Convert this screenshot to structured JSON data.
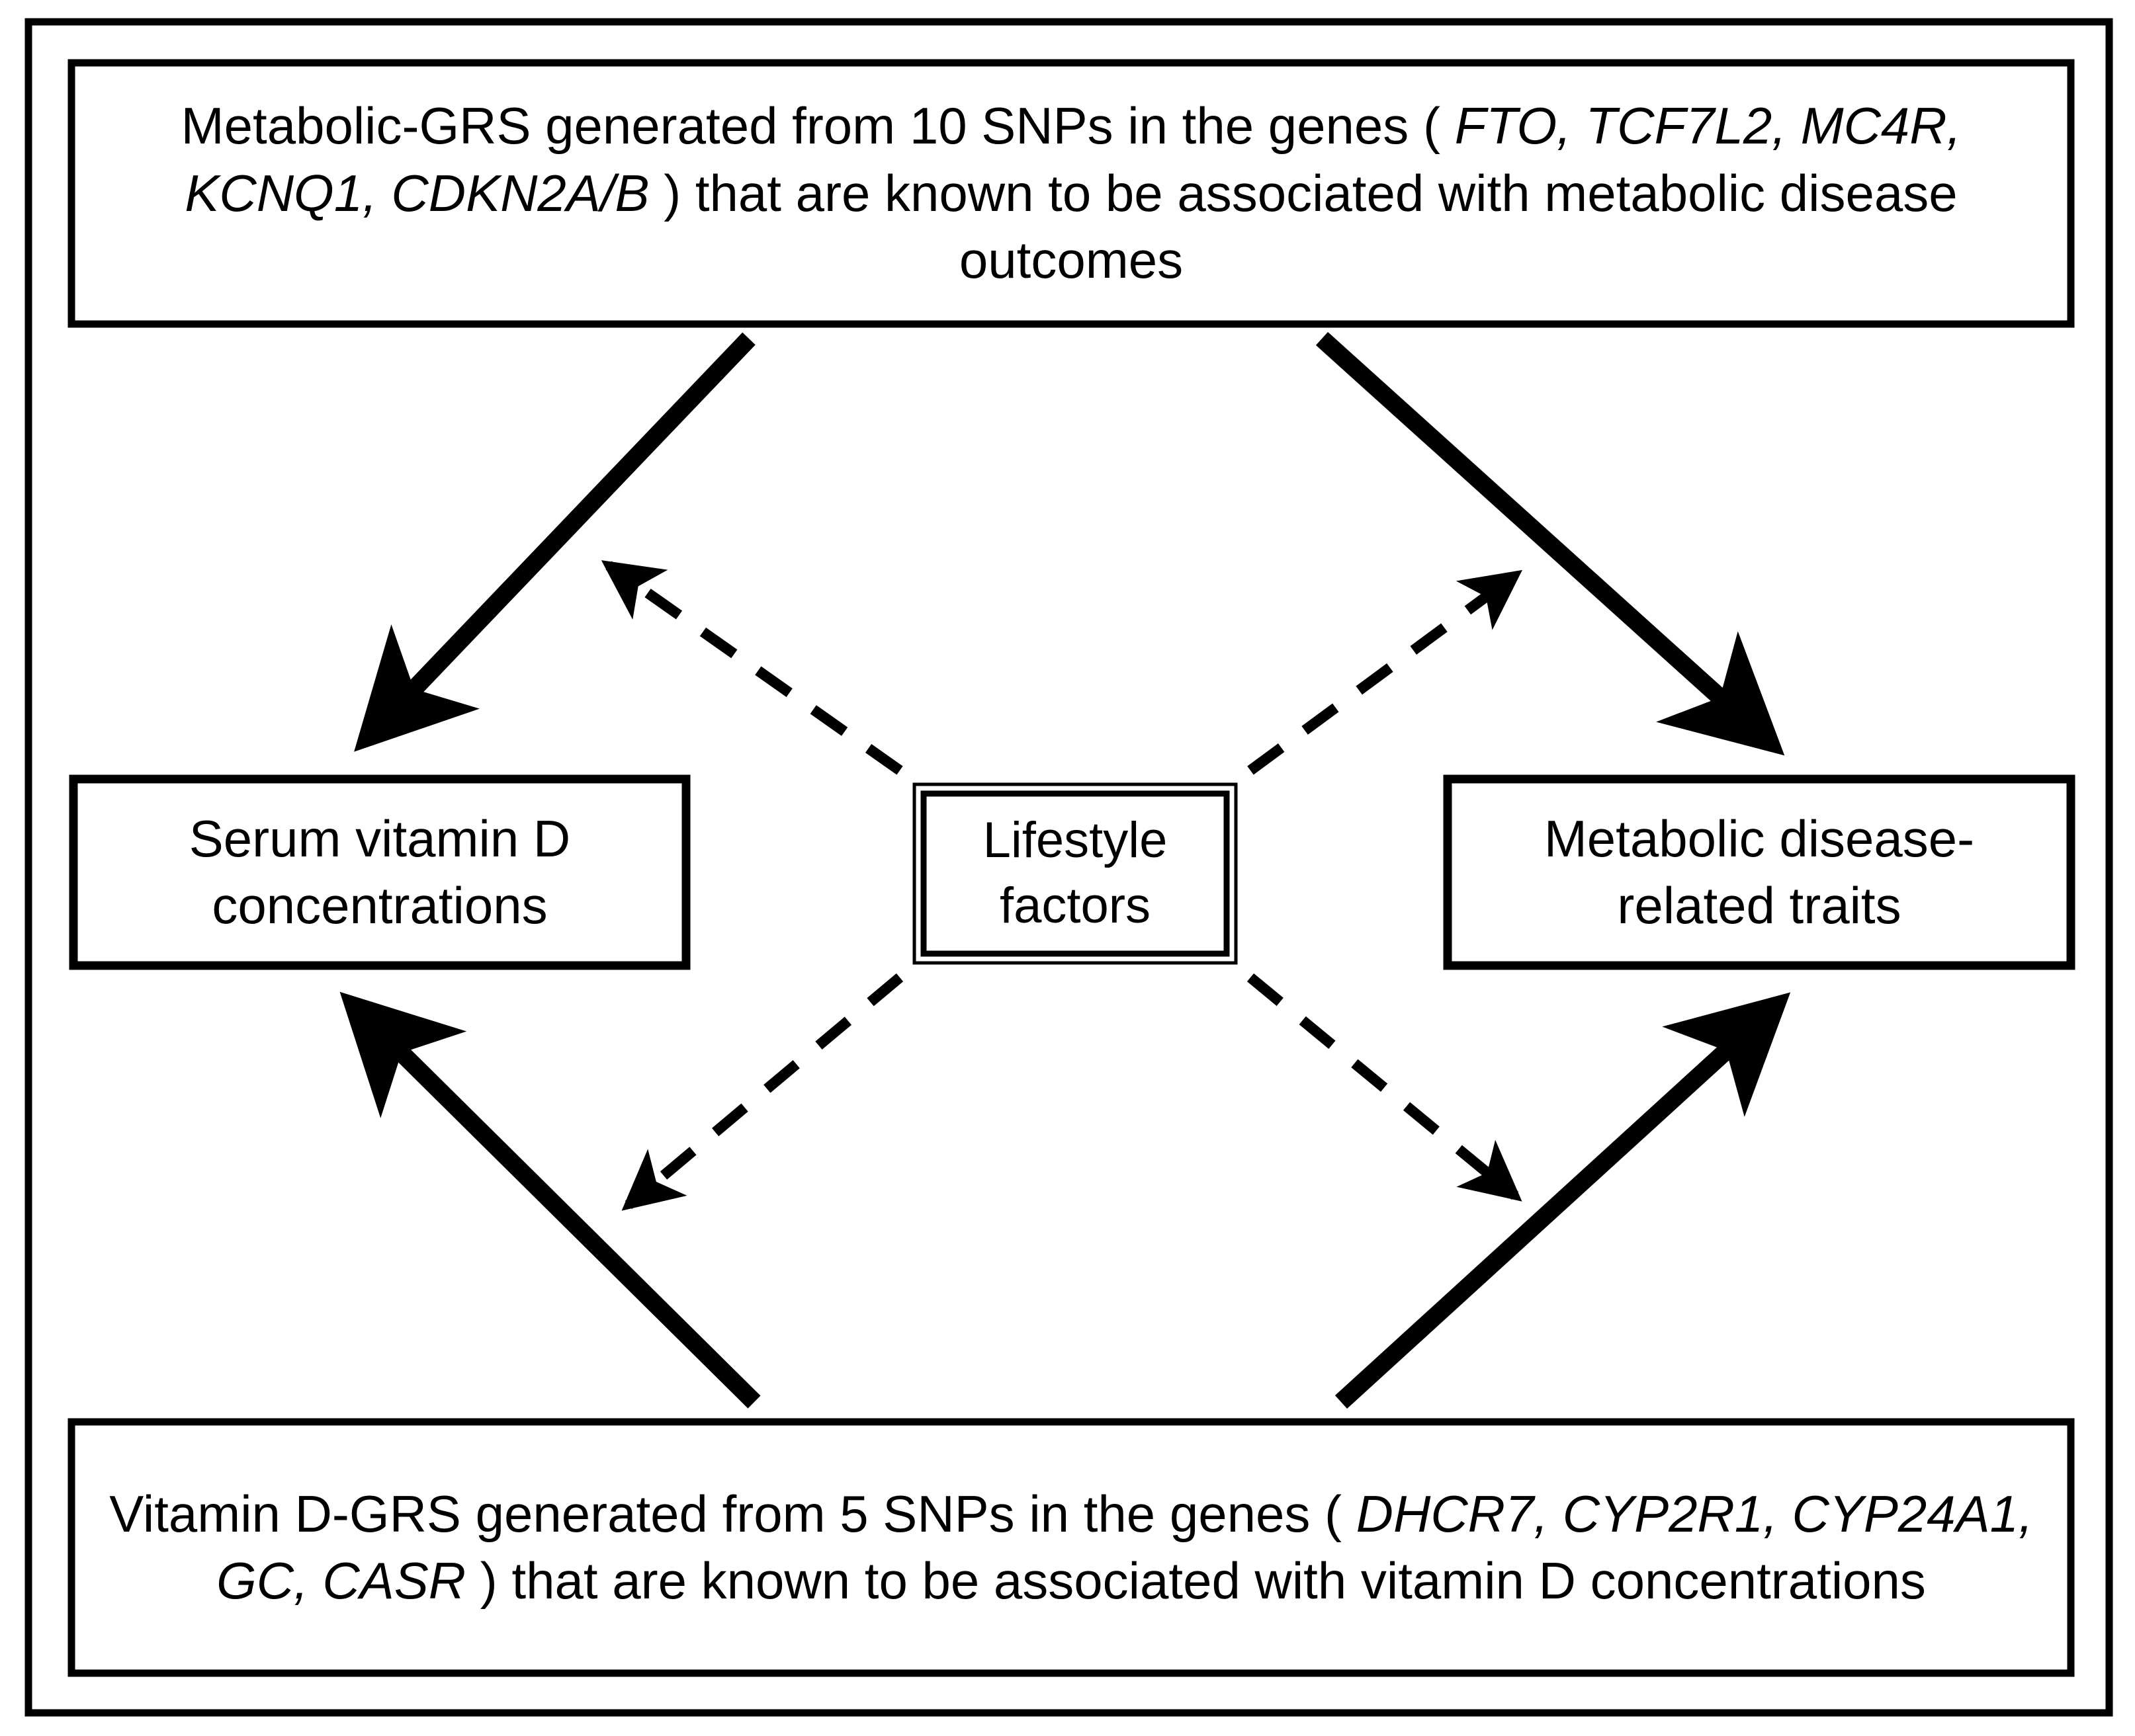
{
  "figure": {
    "type": "mendelian-randomization-flow-diagram",
    "border_color": "#000000",
    "background_color": "#ffffff",
    "text_color": "#000000"
  },
  "boxes": {
    "metabolic_grs": {
      "id": "metabolic-grs-box",
      "text_before_genes": "Metabolic-GRS generated from 10 SNPs in the genes ( ",
      "genes": "FTO, TCF7L2, MC4R, KCNQ1, CDKN2A/B",
      "text_after_genes": " ) that are known to be associated with metabolic disease outcomes",
      "full_text": "Metabolic-GRS generated from 10 SNPs in the genes ( FTO, TCF7L2, MC4R, KCNQ1, CDKN2A/B ) that are known to be associated with metabolic disease outcomes",
      "snp_count": "10",
      "gene_list": [
        "FTO",
        "TCF7L2",
        "MC4R",
        "KCNQ1",
        "CDKN2A/B"
      ]
    },
    "vitamin_d_grs": {
      "id": "vitamin-d-grs-box",
      "text_before_genes": "Vitamin D-GRS generated from 5 SNPs in the genes ( ",
      "genes": "DHCR7, CYP2R1, CYP24A1, GC, CASR",
      "text_after_genes": " ) that are known to be associated with vitamin D concentrations",
      "full_text": "Vitamin D-GRS generated from 5 SNPs in the genes ( DHCR7, CYP2R1, CYP24A1, GC, CASR ) that are known to be associated with vitamin D concentrations",
      "snp_count": "5",
      "gene_list": [
        "DHCR7",
        "CYP2R1",
        "CYP24A1",
        "GC",
        "CASR"
      ]
    },
    "serum_vitamin_d": {
      "id": "serum-vitamin-d-box",
      "label": "Serum vitamin D concentrations"
    },
    "lifestyle_factors": {
      "id": "lifestyle-factors-box",
      "label": "Lifestyle factors",
      "border_style": "double"
    },
    "metabolic_traits": {
      "id": "metabolic-disease-traits-box",
      "label": "Metabolic disease-related traits"
    }
  },
  "arrows": [
    {
      "name": "metabolic-grs-to-serum-vitamin-d",
      "style": "solid",
      "direction": "down-left",
      "from": "Metabolic-GRS box",
      "to": "Serum vitamin D concentrations box"
    },
    {
      "name": "metabolic-grs-to-metabolic-traits",
      "style": "solid",
      "direction": "down-right",
      "from": "Metabolic-GRS box",
      "to": "Metabolic disease-related traits box"
    },
    {
      "name": "vitamin-d-grs-to-serum-vitamin-d",
      "style": "solid",
      "direction": "up-left",
      "from": "Vitamin D-GRS box",
      "to": "Serum vitamin D concentrations box"
    },
    {
      "name": "vitamin-d-grs-to-metabolic-traits",
      "style": "solid",
      "direction": "up-right",
      "from": "Vitamin D-GRS box",
      "to": "Metabolic disease-related traits box"
    },
    {
      "name": "lifestyle-to-upper-left",
      "style": "dashed",
      "direction": "up-left",
      "from": "Lifestyle factors box",
      "to": "Metabolic-GRS to Serum vitamin D path"
    },
    {
      "name": "lifestyle-to-upper-right",
      "style": "dashed",
      "direction": "up-right",
      "from": "Lifestyle factors box",
      "to": "Metabolic-GRS to Metabolic traits path"
    },
    {
      "name": "lifestyle-to-lower-left",
      "style": "dashed",
      "direction": "down-left",
      "from": "Lifestyle factors box",
      "to": "Vitamin D-GRS to Serum vitamin D path"
    },
    {
      "name": "lifestyle-to-lower-right",
      "style": "dashed",
      "direction": "down-right",
      "from": "Lifestyle factors box",
      "to": "Vitamin D-GRS to Metabolic traits path"
    }
  ]
}
